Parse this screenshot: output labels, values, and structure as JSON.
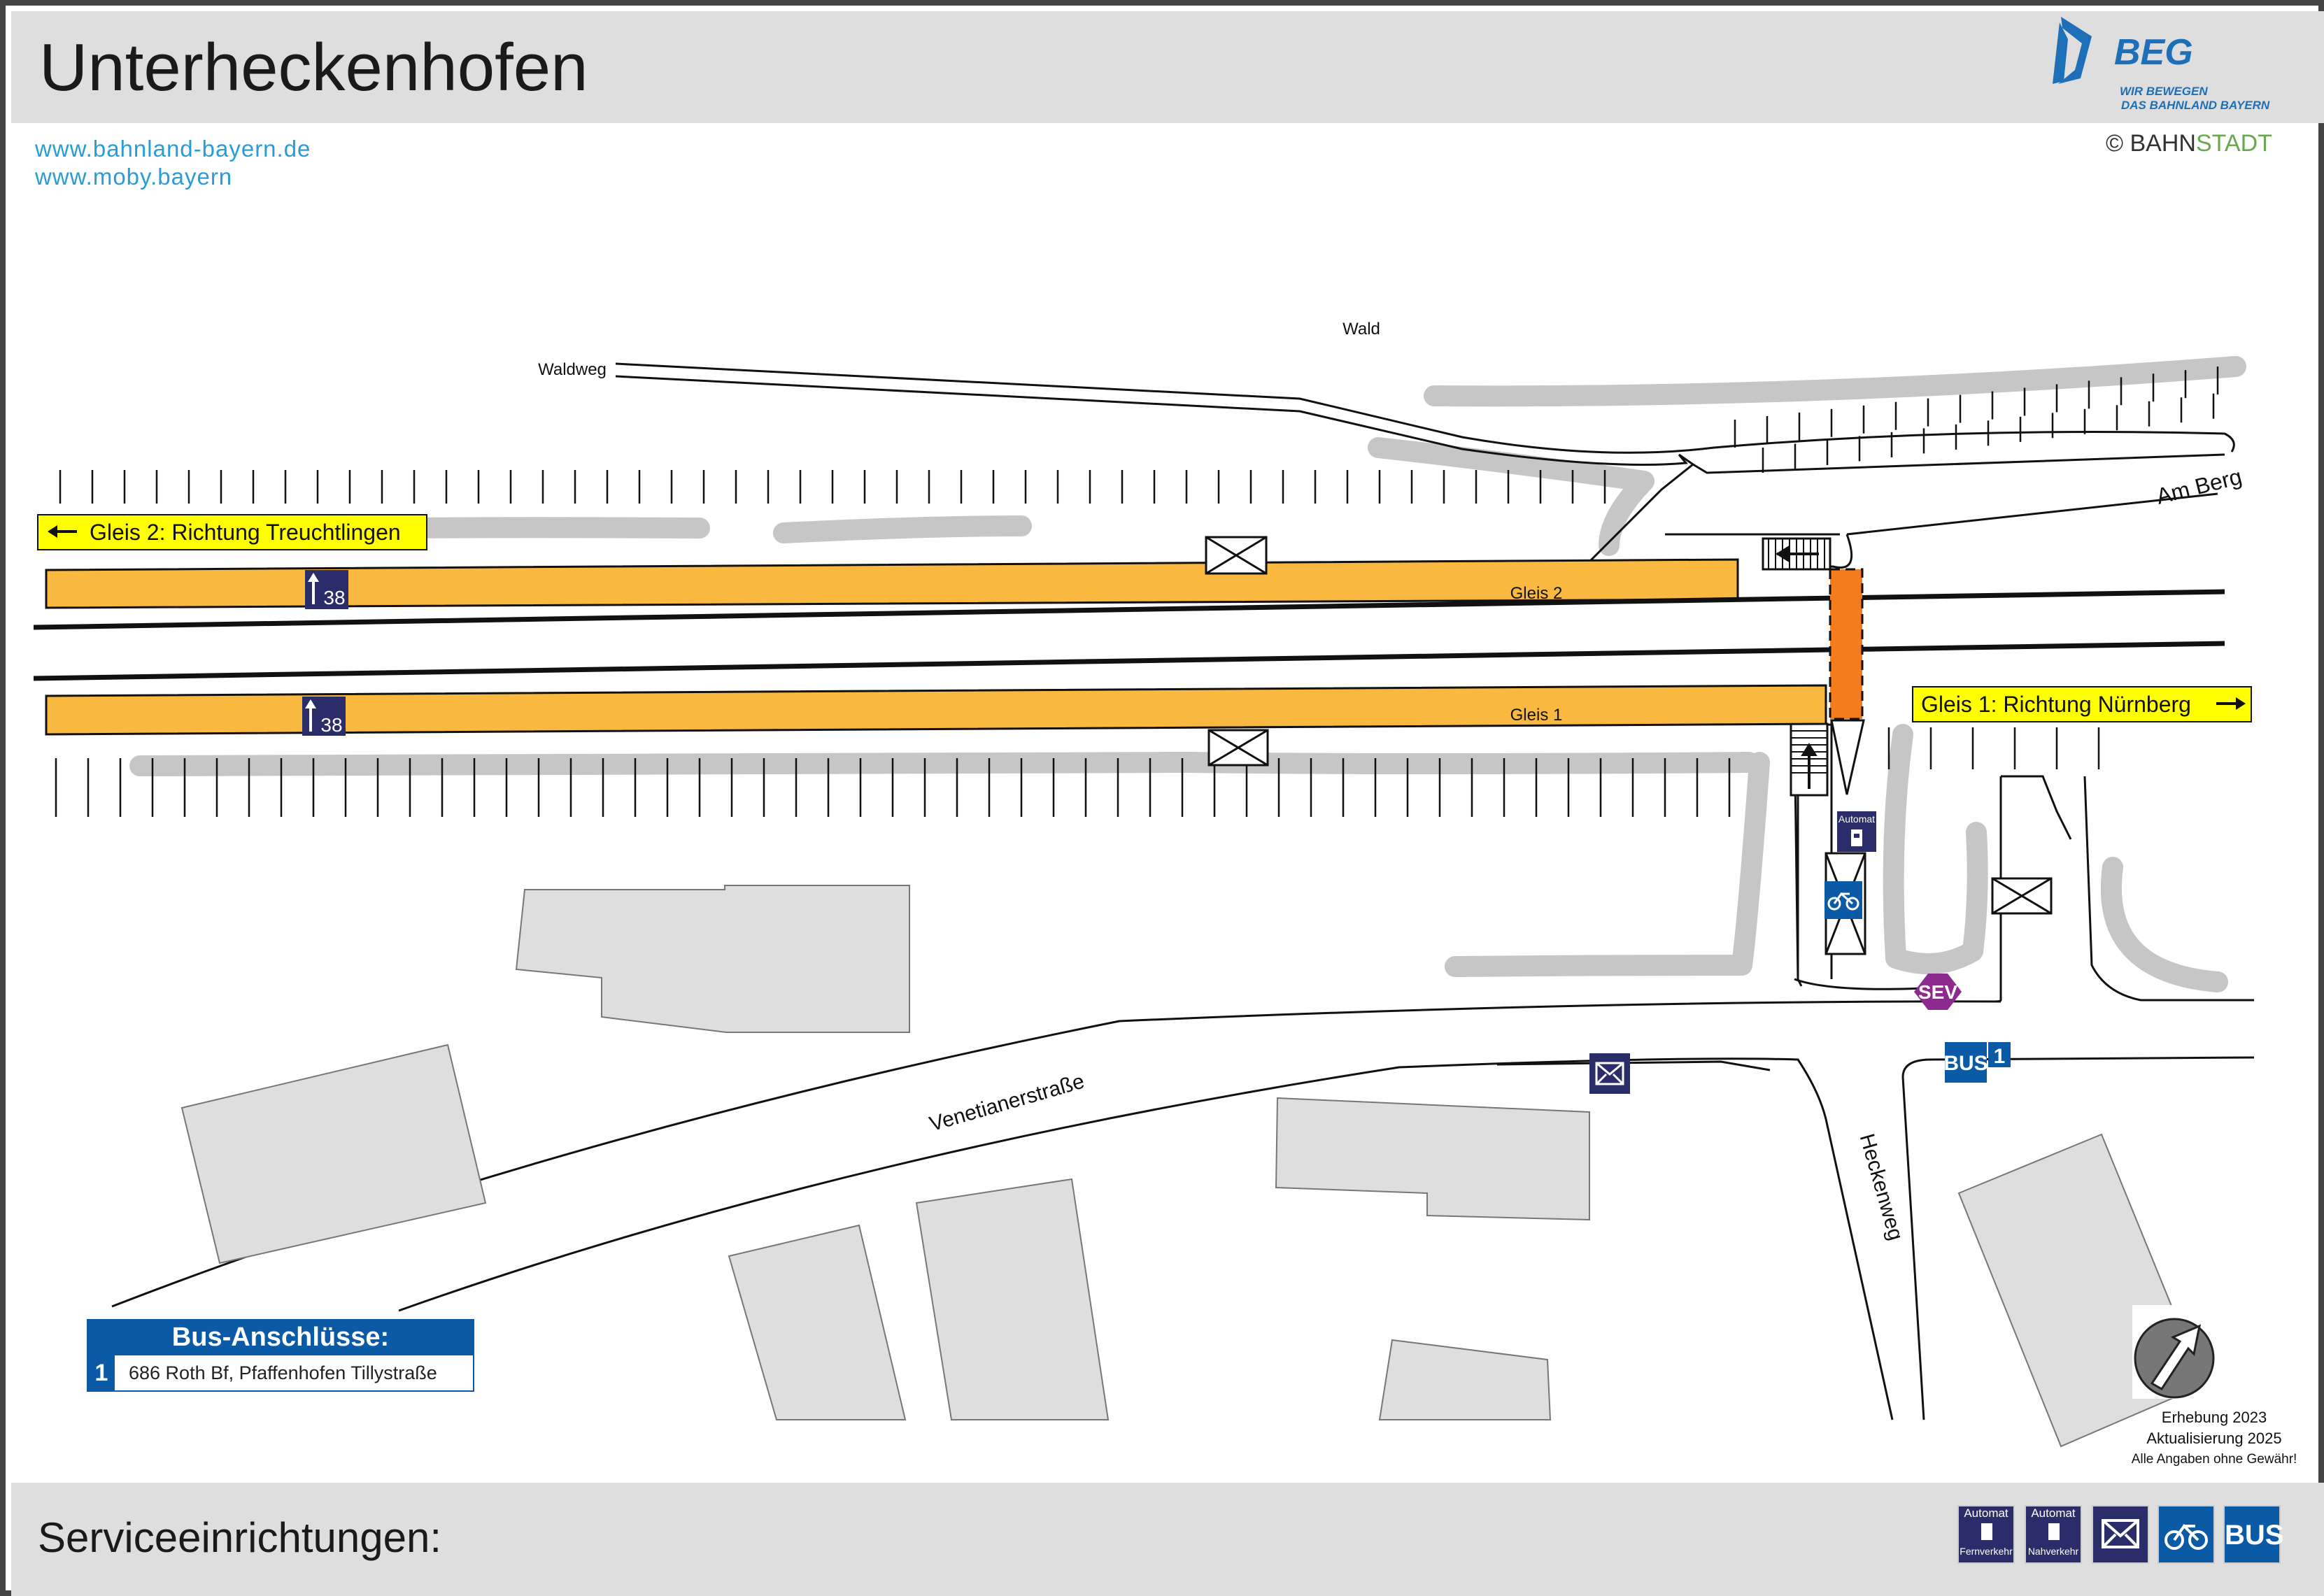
{
  "station": {
    "name": "Unterheckenhofen"
  },
  "links": [
    "www.bahnland-bayern.de",
    "www.moby.bayern"
  ],
  "branding": {
    "beg_name": "BEG",
    "beg_tagline_1": "WIR BEWEGEN",
    "beg_tagline_2": "DAS BAHNLAND BAYERN",
    "copyright": "© BAHNSTADT",
    "copyright_1": "© BAHN",
    "copyright_2": "STADT"
  },
  "map": {
    "labels": {
      "wald": "Wald",
      "waldweg": "Waldweg",
      "am_berg": "Am Berg",
      "venetianerstrasse": "Venetianerstraße",
      "heckenweg": "Heckenweg"
    },
    "platforms": {
      "gleis2": "Gleis 2",
      "gleis1": "Gleis 1",
      "platform_height": "38"
    },
    "direction_signs": {
      "gleis2": "Gleis 2: Richtung Treuchtlingen",
      "gleis1": "Gleis 1: Richtung Nürnberg"
    },
    "icons": {
      "automat": "Automat",
      "sev": "SEV",
      "bus": "BUS",
      "bus_stop_number": "1"
    }
  },
  "bus_connections": {
    "title": "Bus-Anschlüsse:",
    "lines": [
      {
        "number": "1",
        "text": "686 Roth Bf, Pfaffenhofen Tillystraße"
      }
    ]
  },
  "info": {
    "survey": "Erhebung 2023",
    "update": "Aktualisierung 2025",
    "disclaimer": "Alle Angaben ohne Gewähr!"
  },
  "footer": {
    "services_label": "Serviceeinrichtungen:",
    "services": [
      {
        "top": "Automat",
        "bottom": "Fernverkehr",
        "icon": "ticket-machine-long-distance-icon"
      },
      {
        "top": "Automat",
        "bottom": "Nahverkehr",
        "icon": "ticket-machine-regional-icon"
      },
      {
        "icon": "mailbox-icon"
      },
      {
        "icon": "bicycle-parking-icon"
      },
      {
        "label": "BUS",
        "icon": "bus-icon"
      }
    ]
  },
  "colors": {
    "platform": "#f9b940",
    "sign_yellow": "#ffff00",
    "underpass": "#f47c1c",
    "icon_navy": "#2b2d6b",
    "bus_blue": "#0a5aa6",
    "sev_purple": "#8d2a8d",
    "vegetation": "#c6c6c6",
    "building": "#dedede",
    "link_blue": "#2a9cd6",
    "beg_blue": "#1d6fb8"
  }
}
